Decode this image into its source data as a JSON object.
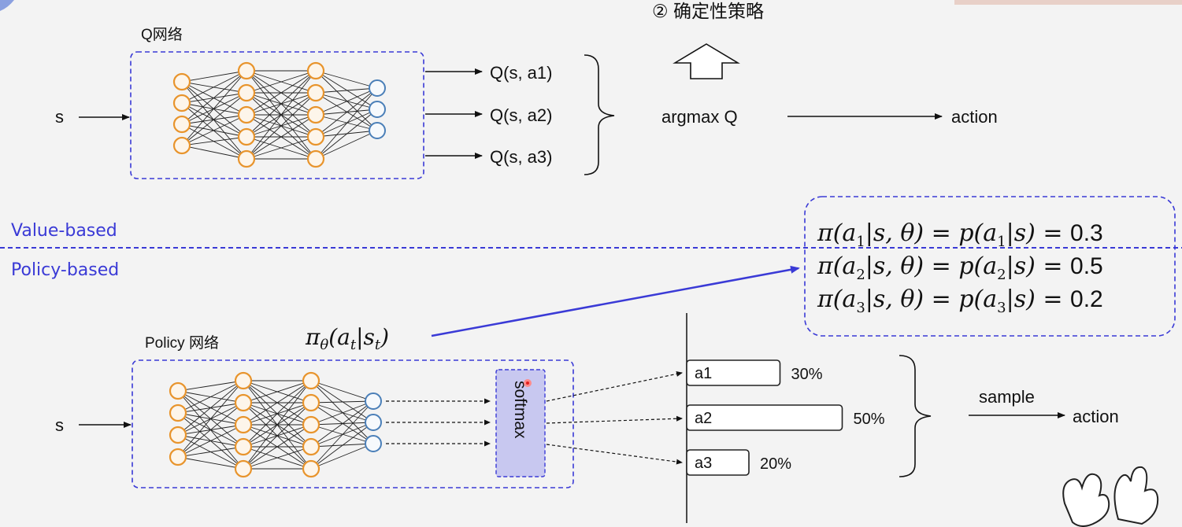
{
  "top": {
    "strategy_label": "② 确定性策略",
    "network_label": "Q网络",
    "input_label": "s",
    "outputs": [
      "Q(s, a1)",
      "Q(s, a2)",
      "Q(s, a3)"
    ],
    "argmax_label": "argmax Q",
    "action_label": "action"
  },
  "divider": {
    "value_based": "Value-based",
    "policy_based": "Policy-based"
  },
  "equations": [
    {
      "index": "1",
      "value": "0.3"
    },
    {
      "index": "2",
      "value": "0.5"
    },
    {
      "index": "3",
      "value": "0.2"
    }
  ],
  "bottom": {
    "network_label": "Policy 网络",
    "input_label": "s",
    "policy_symbol": "π",
    "policy_sub": "θ",
    "policy_arg": "(a",
    "policy_arg_sub": "t",
    "policy_given": "|s",
    "policy_given_sub": "t",
    "policy_close": ")",
    "softmax_label": "softmax",
    "sample_label": "sample",
    "action_label": "action"
  },
  "chart_data": {
    "type": "bar",
    "categories": [
      "a1",
      "a2",
      "a3"
    ],
    "values": [
      30,
      50,
      20
    ],
    "value_labels": [
      "30%",
      "50%",
      "20%"
    ]
  },
  "colors": {
    "hidden_node": "#e8942c",
    "hidden_fill": "#fdf5ea",
    "output_node": "#4a7fb8",
    "dash_box": "#3a3ad6",
    "softmax_fill": "#c8c8f0",
    "divider": "#3a3ad6"
  }
}
